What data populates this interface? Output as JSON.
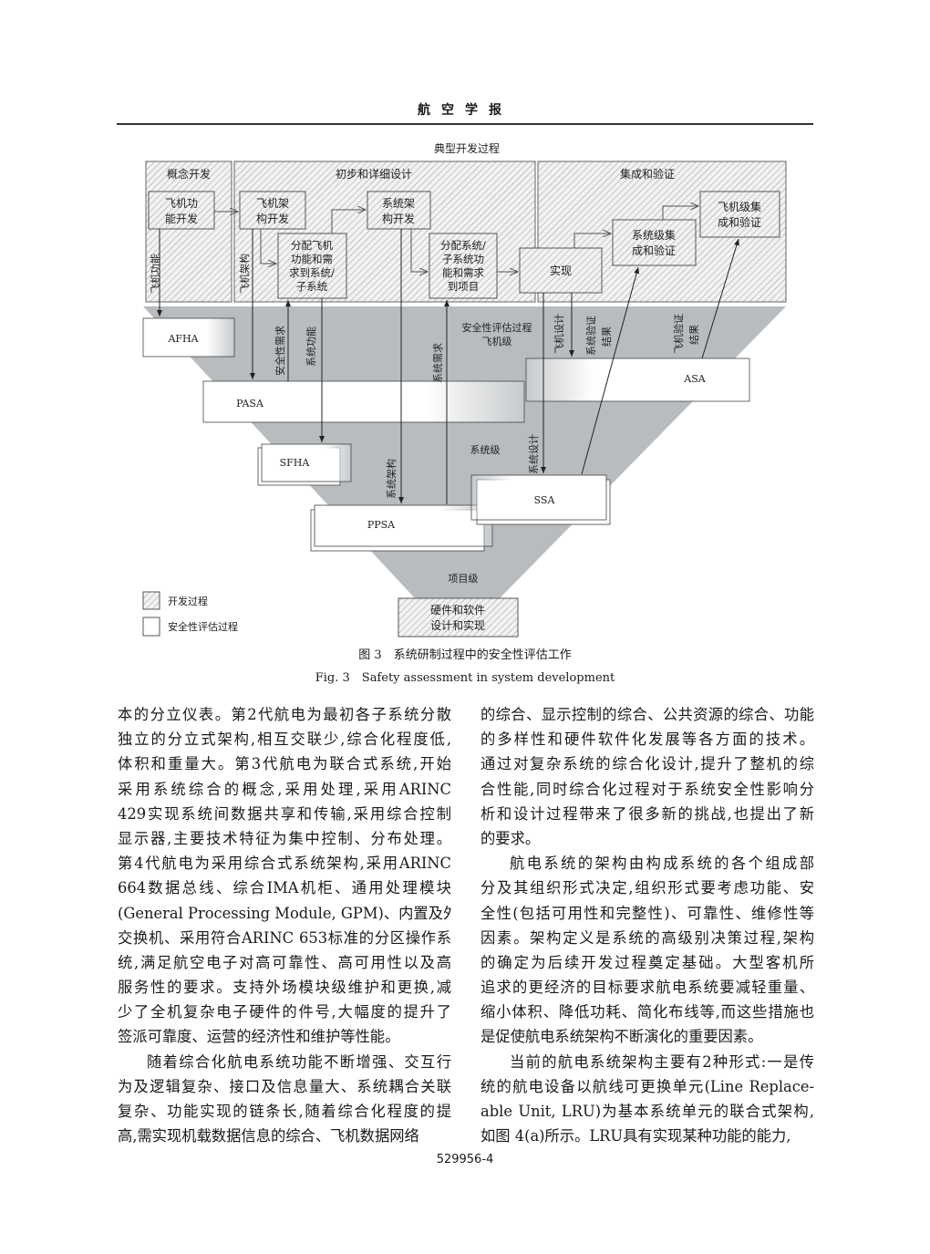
{
  "header": {
    "journal": "航空学报"
  },
  "figure": {
    "title": "典型开发过程",
    "phases": [
      "概念开发",
      "初步和详细设计",
      "集成和验证"
    ],
    "dev_boxes": {
      "aircraft_function": [
        "飞机功",
        "能开发"
      ],
      "aircraft_arch": [
        "飞机架",
        "构开发"
      ],
      "system_arch": [
        "系统架",
        "构开发"
      ],
      "allocate_aircraft": [
        "分配飞机",
        "功能和需",
        "求到系统/",
        "子系统"
      ],
      "allocate_system": [
        "分配系统/",
        "子系统功",
        "能和需求",
        "到项目"
      ],
      "implementation": "实现",
      "system_integration": [
        "系统级集",
        "成和验证"
      ],
      "aircraft_integration": [
        "飞机级集",
        "成和验证"
      ],
      "hw_sw": [
        "硬件和软件",
        "设计和实现"
      ]
    },
    "safety_boxes": {
      "afha": "AFHA",
      "pasa": "PASA",
      "sfha": "SFHA",
      "ppsa": "PPSA",
      "ssa": "SSA",
      "asa": "ASA"
    },
    "flow_labels": {
      "aircraft_function": "飞机功能",
      "aircraft_arch": "飞机架构",
      "safety_req": "安全性需求",
      "system_function": "系统功能",
      "system_req": "系统需求",
      "safety_process": "安全性评估过程",
      "aircraft_level": "飞机级",
      "aircraft_design": "飞机设计",
      "system_verif": [
        "系统验证",
        "结果"
      ],
      "aircraft_verif": [
        "飞机验证",
        "结果"
      ],
      "system_arch": "系统架构",
      "system_level": "系统级",
      "system_design": "系统设计",
      "item_level": "项目级"
    },
    "legend": {
      "dev": "开发过程",
      "safety": "安全性评估过程"
    },
    "caption_cn": "图 3　系统研制过程中的安全性评估工作",
    "caption_en": "Fig. 3　Safety assessment in system development"
  },
  "body": {
    "left_lines": [
      "本的分立仪表。第2代航电为最初各子系统分散",
      "独立的分立式架构,相互交联少,综合化程度低,",
      "体积和重量大。第3代航电为联合式系统,开始",
      "采用系统综合的概念,采用处理,采用ARINC",
      "429实现系统间数据共享和传输,采用综合控制",
      "显示器,主要技术特征为集中控制、分布处理。",
      "第4代航电为采用综合式系统架构,采用ARINC",
      "664数据总线、综合IMA机柜、通用处理模块",
      "(General Processing Module, GPM)、内置及外置",
      "交换机、采用符合ARINC 653标准的分区操作系",
      "统,满足航空电子对高可靠性、高可用性以及高",
      "服务性的要求。支持外场模块级维护和更换,减",
      "少了全机复杂电子硬件的件号,大幅度的提升了",
      "签派可靠度、运营的经济性和维护等性能。",
      "随着综合化航电系统功能不断增强、交互行",
      "为及逻辑复杂、接口及信息量大、系统耦合关联",
      "复杂、功能实现的链条长,随着综合化程度的提",
      "高,需实现机载数据信息的综合、飞机数据网络"
    ],
    "right_lines": [
      "的综合、显示控制的综合、公共资源的综合、功能",
      "的多样性和硬件软件化发展等各方面的技术。",
      "通过对复杂系统的综合化设计,提升了整机的综",
      "合性能,同时综合化过程对于系统安全性影响分",
      "析和设计过程带来了很多新的挑战,也提出了新",
      "的要求。",
      "航电系统的架构由构成系统的各个组成部",
      "分及其组织形式决定,组织形式要考虑功能、安",
      "全性(包括可用性和完整性)、可靠性、维修性等",
      "因素。架构定义是系统的高级别决策过程,架构",
      "的确定为后续开发过程奠定基础。大型客机所",
      "追求的更经济的目标要求航电系统要减轻重量、",
      "缩小体积、降低功耗、简化布线等,而这些措施也",
      "是促使航电系统架构不断演化的重要因素。",
      "当前的航电系统架构主要有2种形式:一是传",
      "统的航电设备以航线可更换单元(Line Replace-",
      "able Unit, LRU)为基本系统单元的联合式架构,",
      "如图 4(a)所示。LRU具有实现某种功能的能力,"
    ]
  },
  "footer": {
    "page": "529956-4"
  }
}
